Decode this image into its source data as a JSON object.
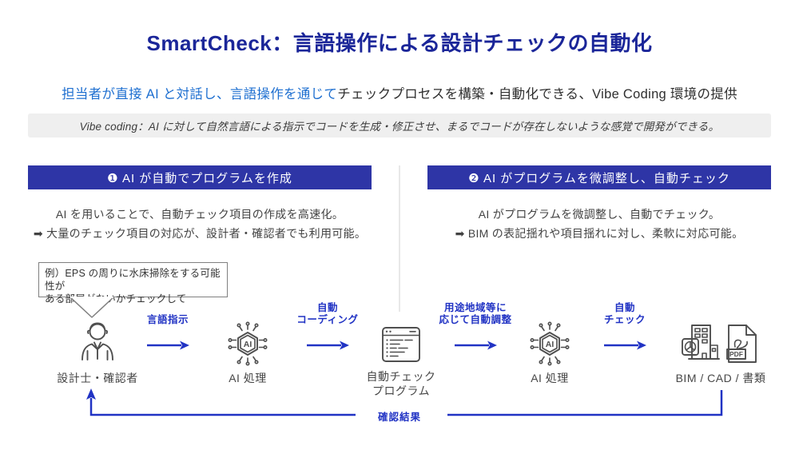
{
  "colors": {
    "title_navy": "#1b2699",
    "bar_indigo": "#2e35a6",
    "accent_blue": "#2133c4",
    "subtitle_blue": "#1e6fd0",
    "note_bg": "#efefef",
    "body_text": "#424242",
    "icon_stroke": "#4f4f4f"
  },
  "header": {
    "title": "SmartCheck：言語操作による設計チェックの自動化",
    "subtitle_highlight": "担当者が直接 AI と対話し、言語操作を通じて",
    "subtitle_rest": "チェックプロセスを構築・自動化できる、Vibe Coding 環境の提供",
    "note": "Vibe coding：AI に対して自然言語による指示でコードを生成・修正させ、まるでコードが存在しないような感覚で開発ができる。"
  },
  "sections": [
    {
      "header": "❶ AI が自動でプログラムを作成",
      "line1": "AI を用いることで、自動チェック項目の作成を高速化。",
      "line2": "➡ 大量のチェック項目の対応が、設計者・確認者でも利用可能。"
    },
    {
      "header": "❷ AI がプログラムを微調整し、自動チェック",
      "line1": "AI がプログラムを微調整し、自動でチェック。",
      "line2": "➡ BIM の表記揺れや項目揺れに対し、柔軟に対応可能。"
    }
  ],
  "speech_bubble": {
    "line1": "例）EPS の周りに水床掃除をする可能性が",
    "line2": "ある部屋がないかチェックして"
  },
  "flow": {
    "ai_icon_text": "AI",
    "pdf_icon_text": "PDF",
    "nodes": [
      {
        "icon": "designer-person-icon",
        "lines": [
          "設計士・確認者"
        ]
      },
      {
        "icon": "ai-chip-icon",
        "lines": [
          "AI 処理"
        ]
      },
      {
        "icon": "code-program-icon",
        "lines": [
          "自動チェック",
          "プログラム"
        ]
      },
      {
        "icon": "ai-chip-icon",
        "lines": [
          "AI 処理"
        ]
      },
      {
        "icon": "bim-pdf-icon",
        "lines": [
          "BIM / CAD / 書類"
        ]
      }
    ],
    "arrows": [
      {
        "lines": [
          "言語指示"
        ]
      },
      {
        "lines": [
          "自動",
          "コーディング"
        ]
      },
      {
        "lines": [
          "用途地域等に",
          "応じて自動調整"
        ]
      },
      {
        "lines": [
          "自動",
          "チェック"
        ]
      }
    ],
    "feedback_label": "確認結果"
  }
}
